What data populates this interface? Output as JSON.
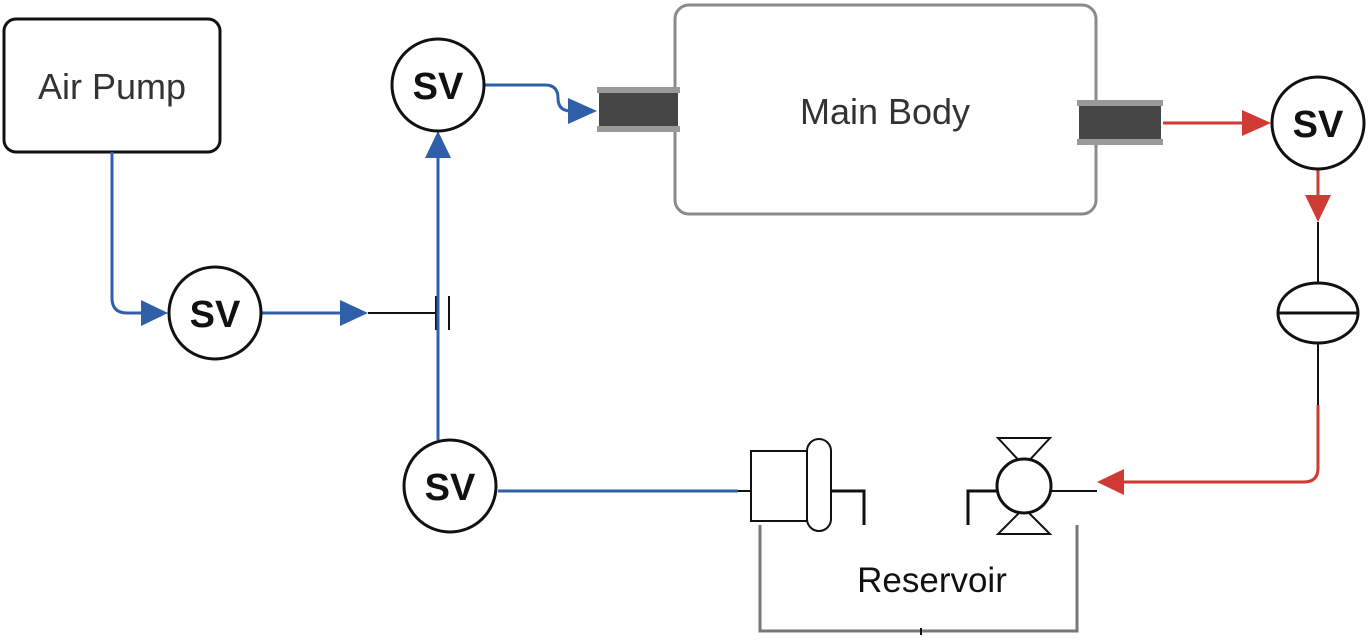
{
  "diagram": {
    "air_pump_label": "Air Pump",
    "main_body_label": "Main Body",
    "reservoir_label": "Reservoir",
    "valves": {
      "sv1": "SV",
      "sv2": "SV",
      "sv3": "SV",
      "sv4": "SV"
    }
  },
  "colors": {
    "supply_line": "#2f5fa8",
    "return_line": "#d03a34",
    "outline": "#111111",
    "box_border": "#8a8a8a",
    "connector_fill": "#454545",
    "connector_flange": "#999999"
  }
}
